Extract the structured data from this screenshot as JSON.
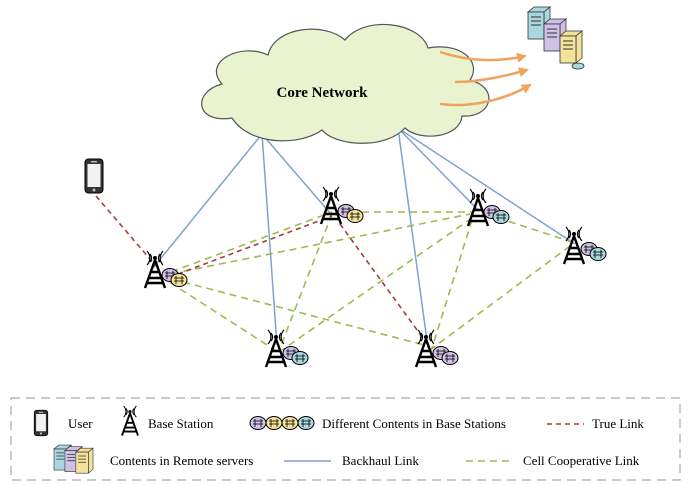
{
  "cloud": {
    "label": "Core Network"
  },
  "legend": {
    "user": "User",
    "base_station": "Base Station",
    "contents_bs": "Different Contents in Base Stations",
    "true_link": "True Link",
    "remote": "Contents in Remote servers",
    "backhaul": "Backhaul Link",
    "coop": "Cell Cooperative Link"
  },
  "colors": {
    "cloud_fill": "#e9f3cf",
    "backhaul": "#7fa2cf",
    "true_link": "#a83a3a",
    "coop": "#9cbb4e",
    "arrows": "#f0a35a",
    "content_yellow": "#f3e29a",
    "content_purple": "#cfc0e6",
    "content_teal": "#a9d6df"
  }
}
